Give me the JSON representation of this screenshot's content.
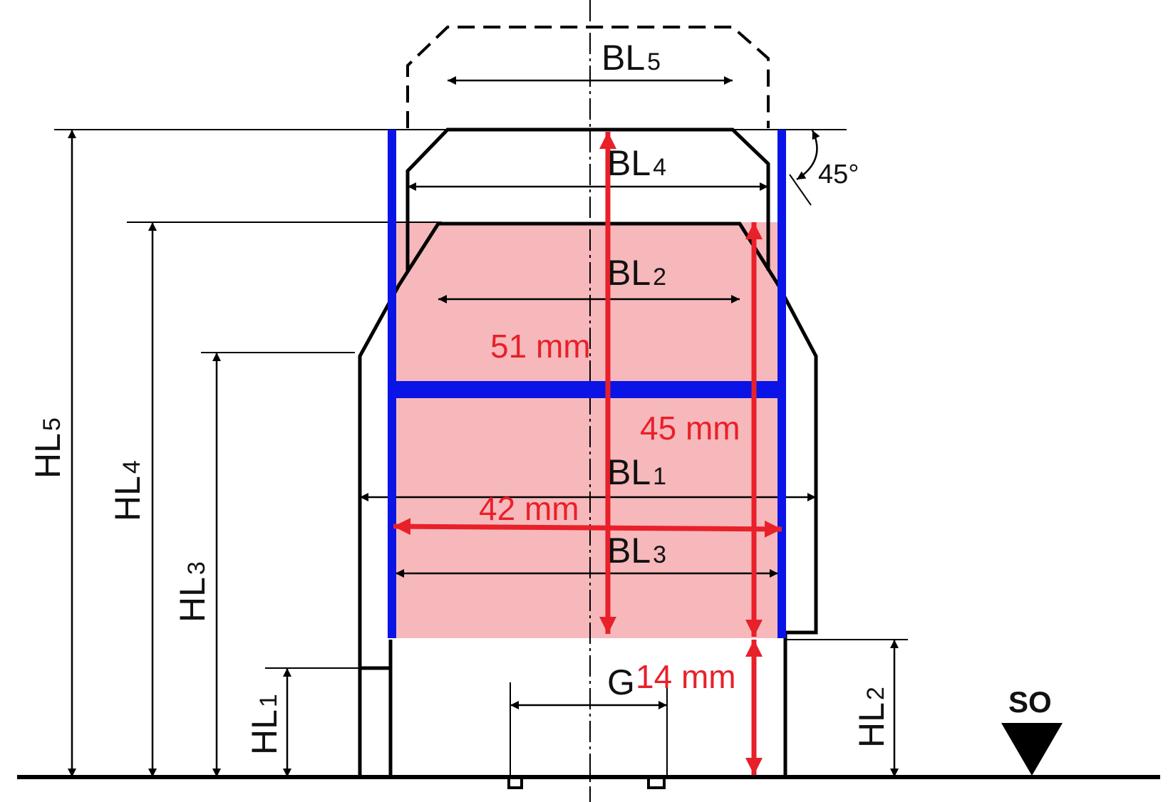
{
  "labels": {
    "bl5": {
      "main": "BL",
      "sub": "5"
    },
    "bl4": {
      "main": "BL",
      "sub": "4"
    },
    "bl2": {
      "main": "BL",
      "sub": "2"
    },
    "bl1": {
      "main": "BL",
      "sub": "1"
    },
    "bl3": {
      "main": "BL",
      "sub": "3"
    },
    "hl5": {
      "main": "HL",
      "sub": "5"
    },
    "hl4": {
      "main": "HL",
      "sub": "4"
    },
    "hl3": {
      "main": "HL",
      "sub": "3"
    },
    "hl1": {
      "main": "HL",
      "sub": "1"
    },
    "hl2": {
      "main": "HL",
      "sub": "2"
    },
    "g": "G",
    "angle": "45°",
    "so": "SO"
  },
  "measurements": {
    "height_51": "51 mm",
    "height_45": "45 mm",
    "width_42": "42 mm",
    "gap_14": "14 mm"
  },
  "colors": {
    "outline": "#000000",
    "frame_blue": "#0a14e6",
    "measure_red": "#e8202a",
    "zone_fill": "#f4a6aa"
  }
}
